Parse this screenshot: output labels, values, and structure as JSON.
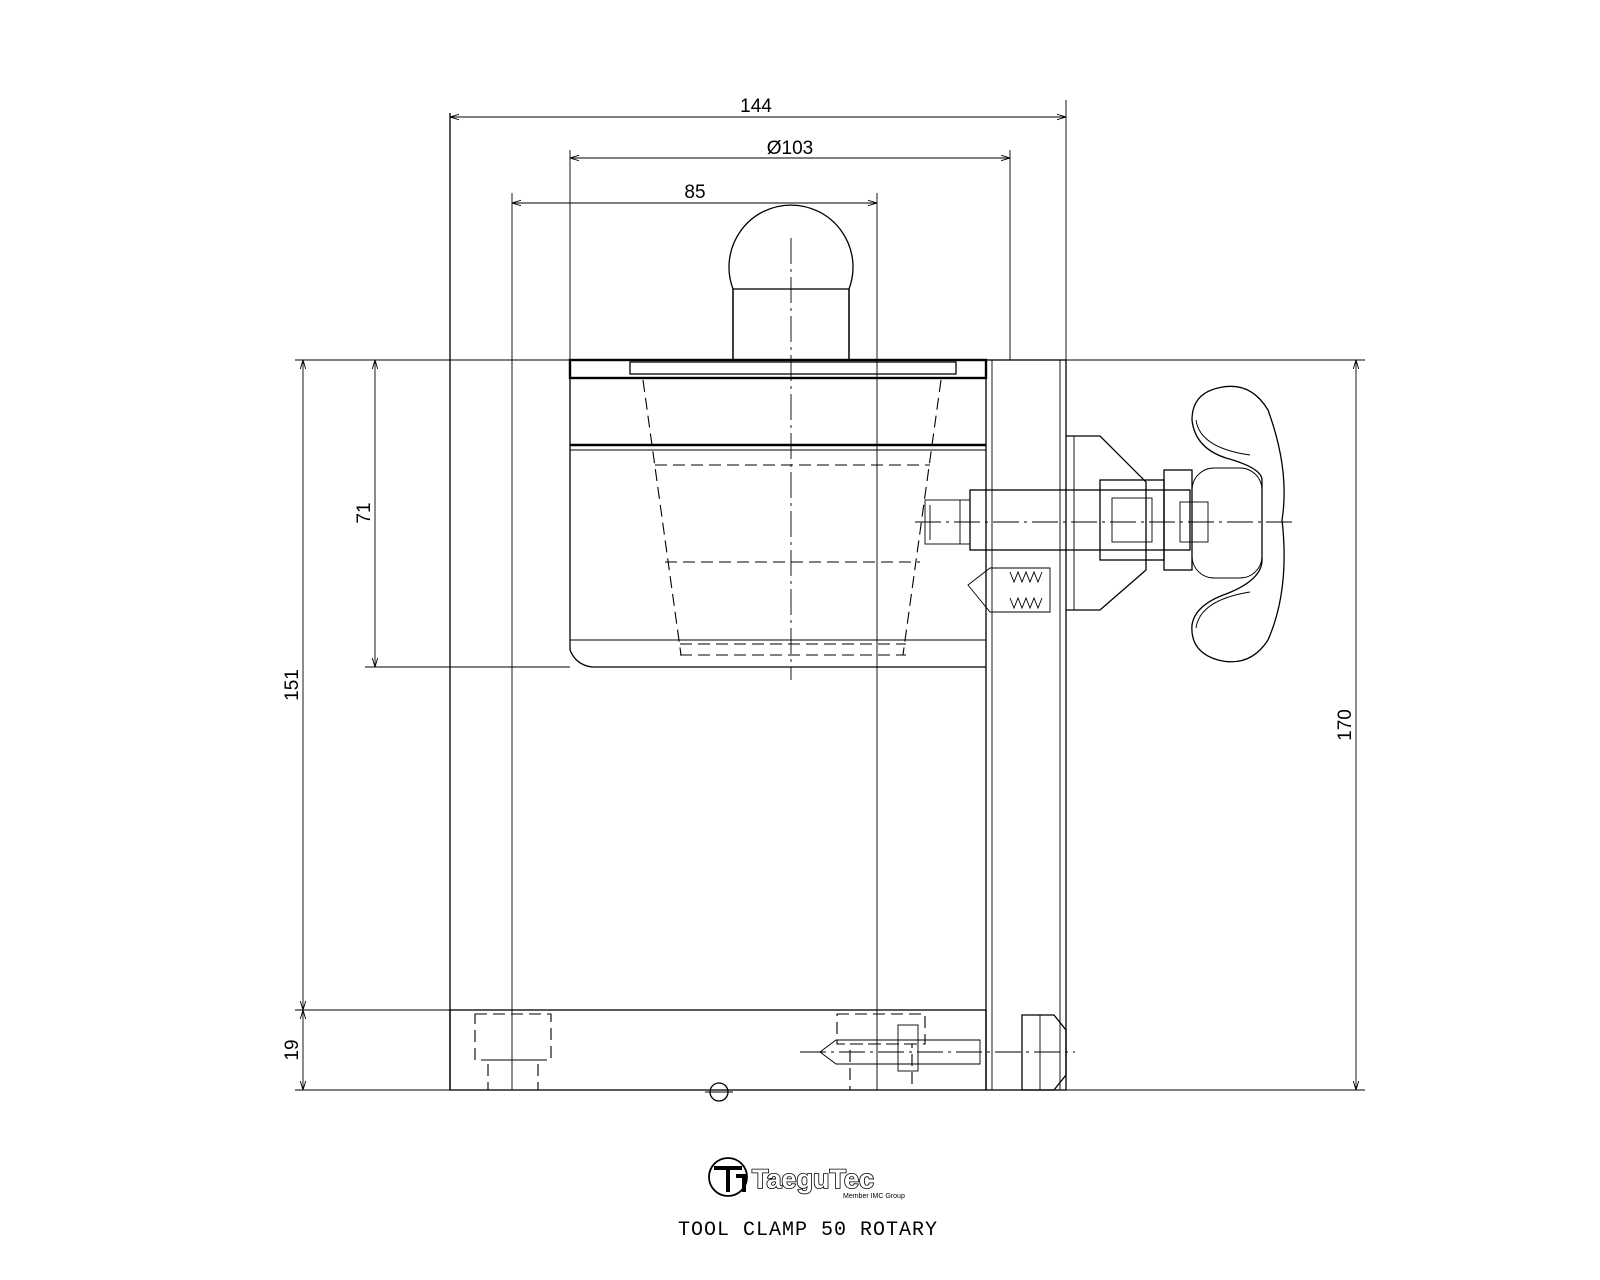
{
  "dimensions": {
    "width_overall": "144",
    "diameter": "Ø103",
    "width_inner": "85",
    "height_clamp": "71",
    "height_body": "151",
    "height_base": "19",
    "height_total": "170"
  },
  "logo": {
    "name": "TaeguTec",
    "tagline": "Member IMC Group"
  },
  "title": "TOOL CLAMP 50 ROTARY"
}
